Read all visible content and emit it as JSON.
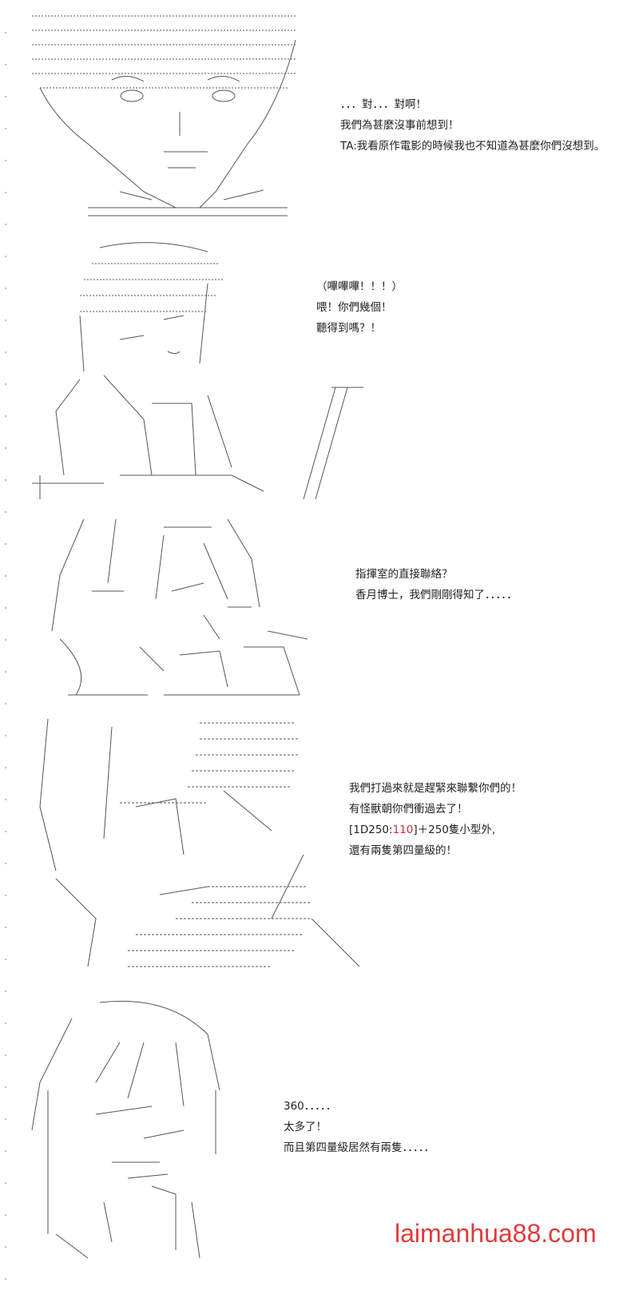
{
  "panels": [
    {
      "lines": [
        "．．．對．．．對啊！",
        "我們為甚麼沒事前想到！",
        "TA:我看原作電影的時候我也不知道為甚麼你們沒想到。"
      ]
    },
    {
      "lines": [
        "（嗶嗶嗶！！！）",
        "喂！你們幾個！",
        "聽得到嗎？！"
      ]
    },
    {
      "lines": [
        "指揮室的直接聯絡？",
        "香月博士，我們剛剛得知了．．．．．"
      ]
    },
    {
      "lines_a": [
        "我們打過來就是趕緊來聯繫你們的！",
        "有怪獸朝你們衝過去了！"
      ],
      "dice_prefix": "[1D250:",
      "dice_value": "110",
      "dice_suffix": "]＋250隻小型外,",
      "lines_b": [
        "還有兩隻第四量級的！"
      ]
    },
    {
      "lines": [
        "360．．．．．",
        "太多了！",
        "而且第四量級居然有兩隻．．．．．"
      ]
    }
  ],
  "watermark": "laimanhua88.com",
  "colors": {
    "dice_value": "#d03030",
    "watermark": "#e03b3b",
    "line_art": "#555555"
  }
}
